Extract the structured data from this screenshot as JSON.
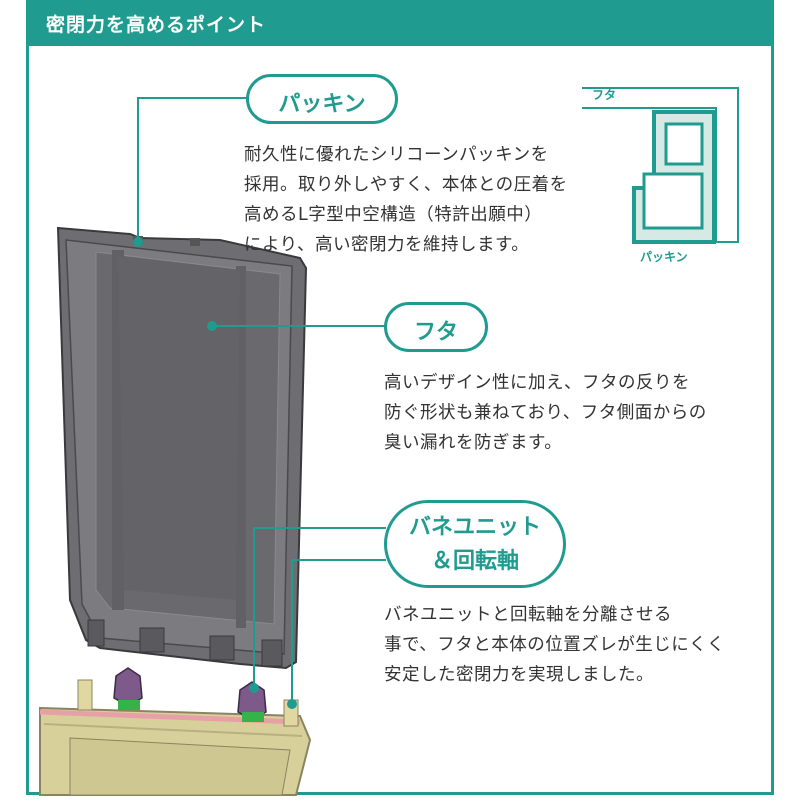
{
  "header": {
    "title": "密閉力を高めるポイント"
  },
  "callouts": {
    "packing": {
      "label": "パッキン",
      "lines": [
        "耐久性に優れたシリコーンパッキンを",
        "採用。取り外しやすく、本体との圧着を",
        "高めるL字型中空構造（特許出願中）",
        "により、高い密閉力を維持します。"
      ]
    },
    "lid": {
      "label": "フタ",
      "lines": [
        "高いデザイン性に加え、フタの反りを",
        "防ぐ形状も兼ねており、フタ側面からの",
        "臭い漏れを防ぎます。"
      ]
    },
    "spring": {
      "label_line1": "バネユニット",
      "label_line2": "＆回転軸",
      "lines": [
        "バネユニットと回転軸を分離させる",
        "事で、フタと本体の位置ズレが生じにくく",
        "安定した密閉力を実現しました。"
      ]
    }
  },
  "cross_section": {
    "lid_label": "フタ",
    "packing_label": "パッキン"
  },
  "colors": {
    "accent": "#1f9b8f",
    "lid": "#6a6a6e",
    "body": "#d8d09a",
    "spring": "#7d5a8a",
    "gasket": "#e8a0a8"
  }
}
